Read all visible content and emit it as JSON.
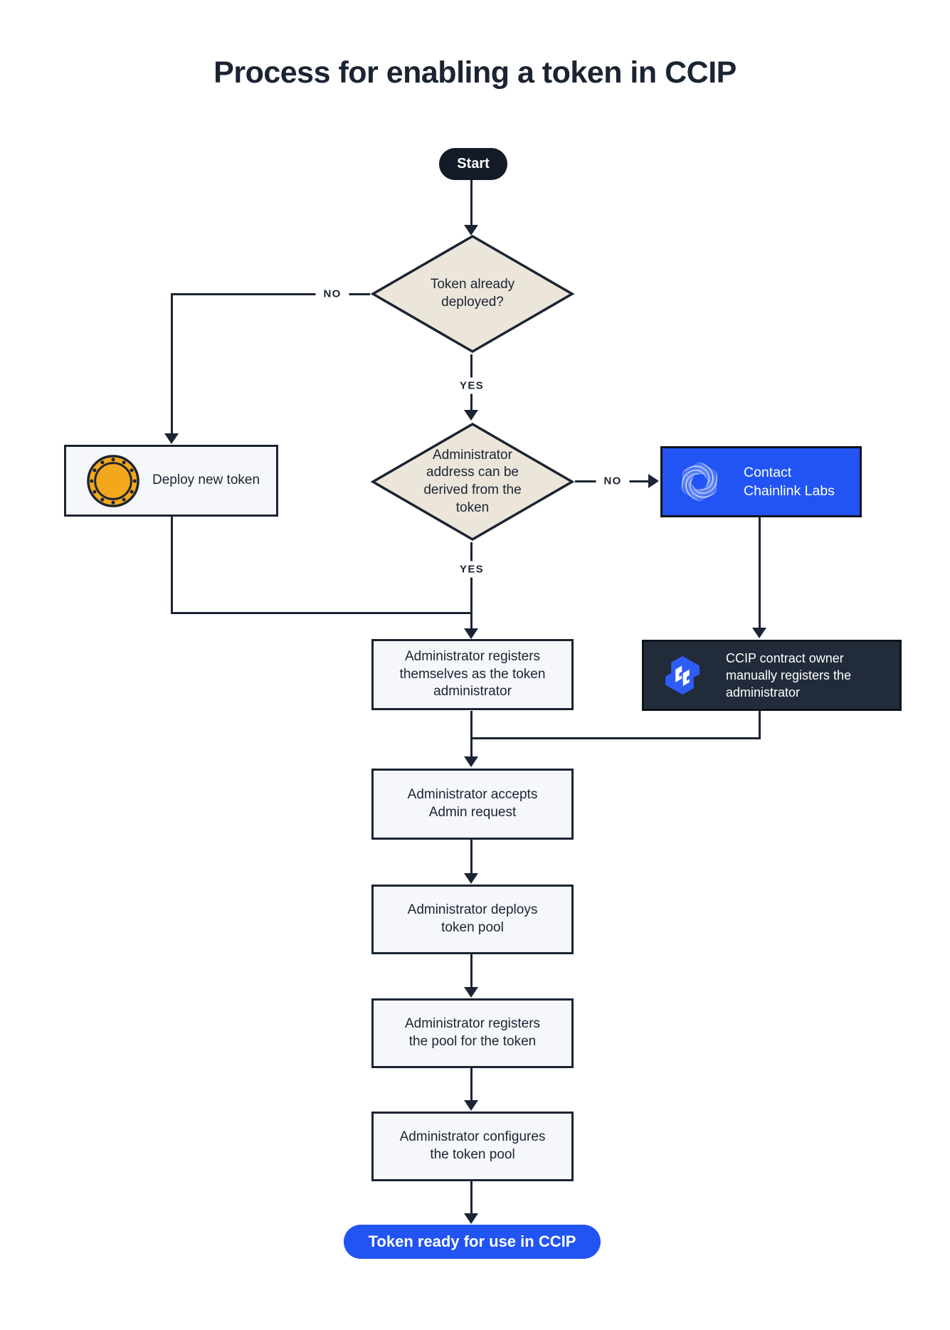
{
  "title": "Process for enabling a token in CCIP",
  "colors": {
    "line": "#1b2433",
    "text": "#1b2433",
    "diamond_fill": "#ece6da",
    "box_fill": "#f5f7fa",
    "brand_blue": "#2154f3",
    "dark_panel": "#222b39",
    "panel_border_dark": "#10141f",
    "coin_gold": "#f3a71a",
    "start_pill": "#141b28",
    "white": "#ffffff"
  },
  "nodes": {
    "start": {
      "label": "Start",
      "type": "terminal"
    },
    "token_deployed_decision": {
      "label": "Token already deployed?",
      "type": "decision"
    },
    "deploy_new_token": {
      "label": "Deploy new token",
      "type": "process",
      "icon": "token-coin-icon"
    },
    "admin_derivable_decision": {
      "label": "Administrator address can be derived from the token",
      "type": "decision"
    },
    "contact_chainlink_labs": {
      "label": "Contact Chainlink Labs",
      "type": "process",
      "icon": "chainlink-logo-icon"
    },
    "admin_registers_self": {
      "label": "Administrator registers themselves as the token administrator",
      "type": "process"
    },
    "ccip_owner_registers": {
      "label": "CCIP contract owner manually registers the administrator",
      "type": "process",
      "icon": "ccip-logo-icon"
    },
    "admin_accepts_request": {
      "label": "Administrator accepts Admin request",
      "type": "process"
    },
    "admin_deploys_pool": {
      "label": "Administrator deploys token pool",
      "type": "process"
    },
    "admin_registers_pool": {
      "label": "Administrator registers the pool for the token",
      "type": "process"
    },
    "admin_configures_pool": {
      "label": "Administrator configures the token pool",
      "type": "process"
    },
    "token_ready": {
      "label": "Token ready for use in CCIP",
      "type": "terminal"
    }
  },
  "edge_labels": {
    "token_deployed_no": "NO",
    "token_deployed_yes": "YES",
    "admin_derivable_no": "NO",
    "admin_derivable_yes": "YES"
  }
}
